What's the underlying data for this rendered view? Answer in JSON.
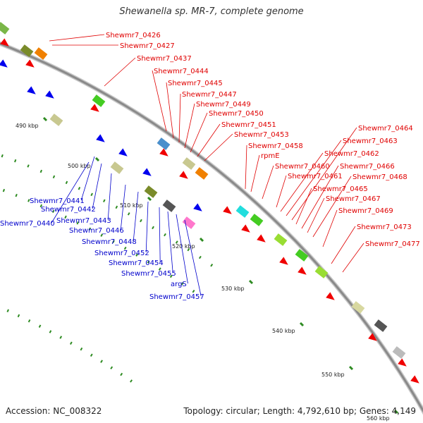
{
  "title": "Shewanella sp. MR-7, complete genome",
  "footer": {
    "accession": "Accession: NC_008322",
    "topology": "Topology: circular; Length: 4,792,610 bp; Genes: 4,149"
  },
  "colors": {
    "backbone": "#8a8a8a",
    "ticks": "#2e8b22",
    "gene_red": "#f00000",
    "outer_label": "#e00000",
    "inner_label": "#0000cc"
  },
  "kbp_ticks": [
    "490 kbp",
    "500 kbp",
    "510 kbp",
    "520 kbp",
    "530 kbp",
    "540 kbp",
    "550 kbp",
    "560 kbp"
  ],
  "outer_labels": [
    "Shewmr7_0426",
    "Shewmr7_0427",
    "Shewmr7_0437",
    "Shewmr7_0444",
    "Shewmr7_0445",
    "Shewmr7_0447",
    "Shewmr7_0449",
    "Shewmr7_0450",
    "Shewmr7_0451",
    "Shewmr7_0453",
    "Shewmr7_0458",
    "rpmE",
    "Shewmr7_0460",
    "Shewmr7_0461",
    "Shewmr7_0462",
    "Shewmr7_0463",
    "Shewmr7_0464",
    "Shewmr7_0465",
    "Shewmr7_0466",
    "Shewmr7_0467",
    "Shewmr7_0468",
    "Shewmr7_0469",
    "Shewmr7_0473",
    "Shewmr7_0477"
  ],
  "inner_labels": [
    "Shewmr7_0441",
    "Shewmr7_0442",
    "Shewmr7_0440",
    "Shewmr7_0443",
    "Shewmr7_0446",
    "Shewmr7_0448",
    "Shewmr7_0452",
    "Shewmr7_0454",
    "Shewmr7_0455",
    "argS",
    "Shewmr7_0457"
  ]
}
